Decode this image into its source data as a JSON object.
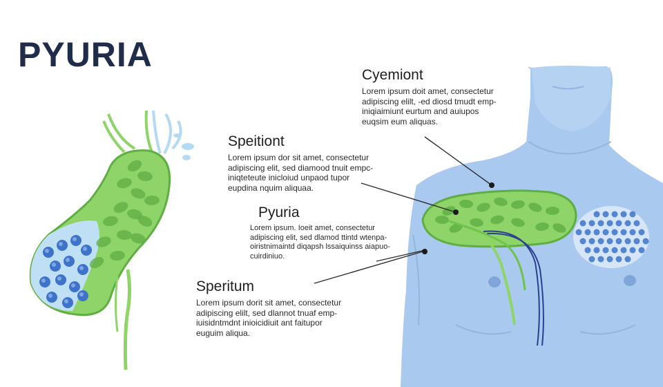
{
  "title": "PYURIA",
  "labels": [
    {
      "heading": "Cyemiont",
      "lines": [
        "Lorem ipsum doit amet, consectetur",
        "adipiscing elilt, -ed diosd tmudt emp-",
        "iniqiaimiunt eurtum and auiupos",
        "euqsim eum aliquas."
      ]
    },
    {
      "heading": "Speitiont",
      "lines": [
        "Lorem ipsum dor sit amet, consectetur",
        "adipiscing elit, sed diamood tnuit empc-",
        "iniqteteute inicloiud unpaod tupor",
        "eupdina nquim aliquaa."
      ]
    },
    {
      "heading": "Pyuria",
      "lines": [
        "Lorem ipsum. Ioeit amet, consectetur",
        "adipiscing elit,  sed dlamod ttintd wtenpa-",
        "oiristnimaintd diqapsh lssaiquinss aiapuo-",
        "cuirdiniuo."
      ]
    },
    {
      "heading": "Speritum",
      "lines": [
        "Lorem ipsum dorit sit amet, consectetur",
        "adipiscing elilt, sed dlannot tnuaf emp-",
        "iuisidntmdnt inioicidiuit ant faitupor",
        "euguim aliqua."
      ]
    }
  ],
  "colors": {
    "title": "#1f2d4a",
    "body": "#a9c9ee",
    "organ_green": "#8ed468",
    "organ_dark_green": "#5fae44",
    "cells_blue": "#3d73c9"
  }
}
